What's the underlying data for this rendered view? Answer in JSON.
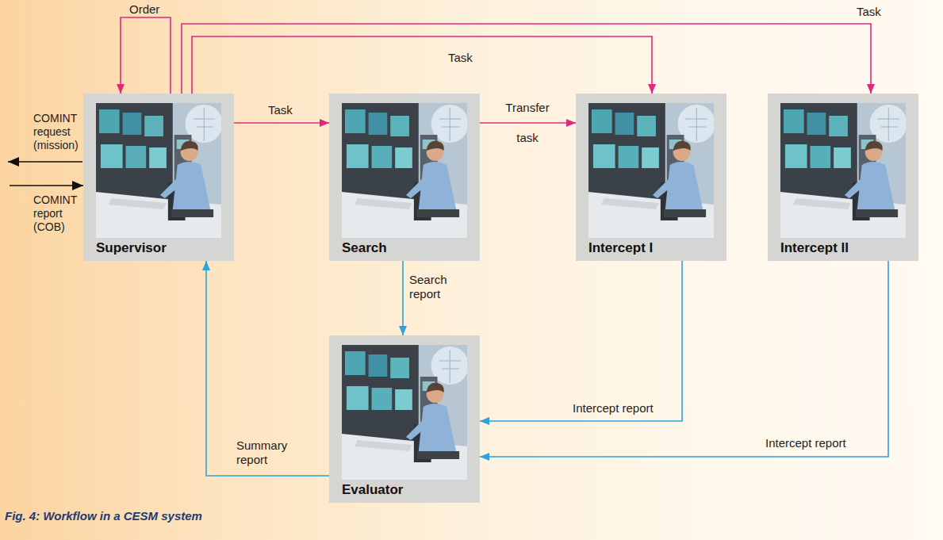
{
  "diagram": {
    "caption": "Fig. 4: Workflow in a CESM system",
    "nodes": [
      {
        "text": [
          "Supervisor"
        ]
      },
      {
        "text": [
          "Search"
        ]
      },
      {
        "text": [
          "Intercept I"
        ]
      },
      {
        "text": [
          "Intercept II"
        ]
      },
      {
        "text": [
          "Evaluator"
        ]
      }
    ],
    "edges": [
      {
        "from": 0,
        "to": 0,
        "label": "Order",
        "arrow": "to"
      },
      {
        "from": 0,
        "to": 1,
        "label": "Task",
        "arrow": "to"
      },
      {
        "from": 0,
        "to": 2,
        "label": "Task",
        "arrow": "to"
      },
      {
        "from": 0,
        "to": 3,
        "label": "Task",
        "arrow": "to"
      },
      {
        "from": 1,
        "to": 2,
        "label": "Transfer task",
        "arrow": "to"
      },
      {
        "from": 1,
        "to": 4,
        "label": "Search report",
        "arrow": "to"
      },
      {
        "from": 2,
        "to": 4,
        "label": "Intercept report",
        "arrow": "to"
      },
      {
        "from": 3,
        "to": 4,
        "label": "Intercept report",
        "arrow": "to"
      },
      {
        "from": 4,
        "to": 0,
        "label": "Summary report",
        "arrow": "to"
      }
    ],
    "labels": [
      "COMINT request (mission)",
      "COMINT report (COB)"
    ]
  }
}
